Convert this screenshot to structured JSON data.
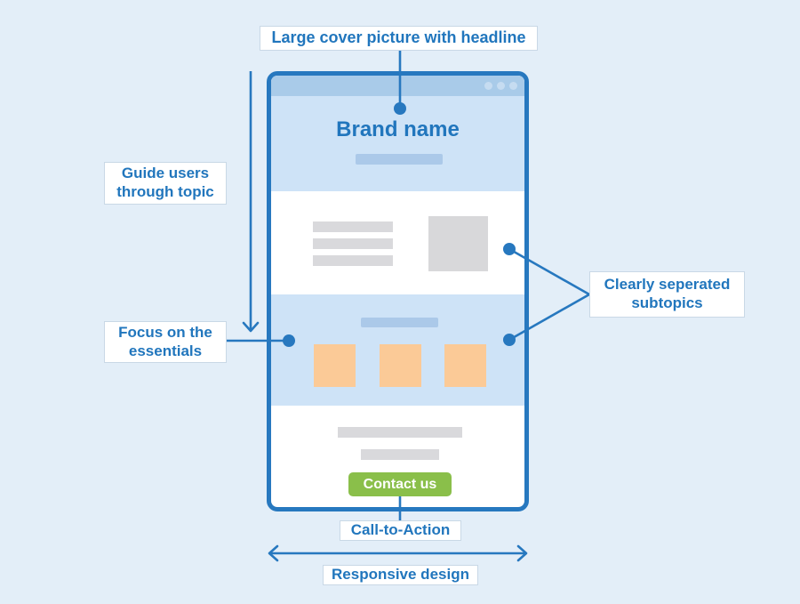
{
  "palette": {
    "page_background": "#e3eef8",
    "accent_blue": "#2778bf",
    "label_text_blue": "#2176bd",
    "label_border": "#c9d8e6",
    "mockup_header_blue": "#a9cbe9",
    "window_dot_blue": "#c6dcf1",
    "section_light_blue": "#cee3f7",
    "placeholder_blue": "#abc9e9",
    "placeholder_gray": "#d9d9dc",
    "image_gray": "#d8d8da",
    "feature_orange": "#fbca97",
    "button_green": "#8abf4a"
  },
  "annotations": {
    "cover": {
      "text": "Large cover picture with headline"
    },
    "guide": {
      "line1": "Guide users",
      "line2": "through topic"
    },
    "focus": {
      "line1": "Focus on the",
      "line2": "essentials"
    },
    "subtopics": {
      "line1": "Clearly seperated",
      "line2": "subtopics"
    },
    "cta": {
      "text": "Call-to-Action"
    },
    "responsive": {
      "text": "Responsive design"
    }
  },
  "mockup": {
    "brand_name": "Brand name",
    "contact_button_label": "Contact us",
    "window_controls_icon": "three-dots"
  }
}
